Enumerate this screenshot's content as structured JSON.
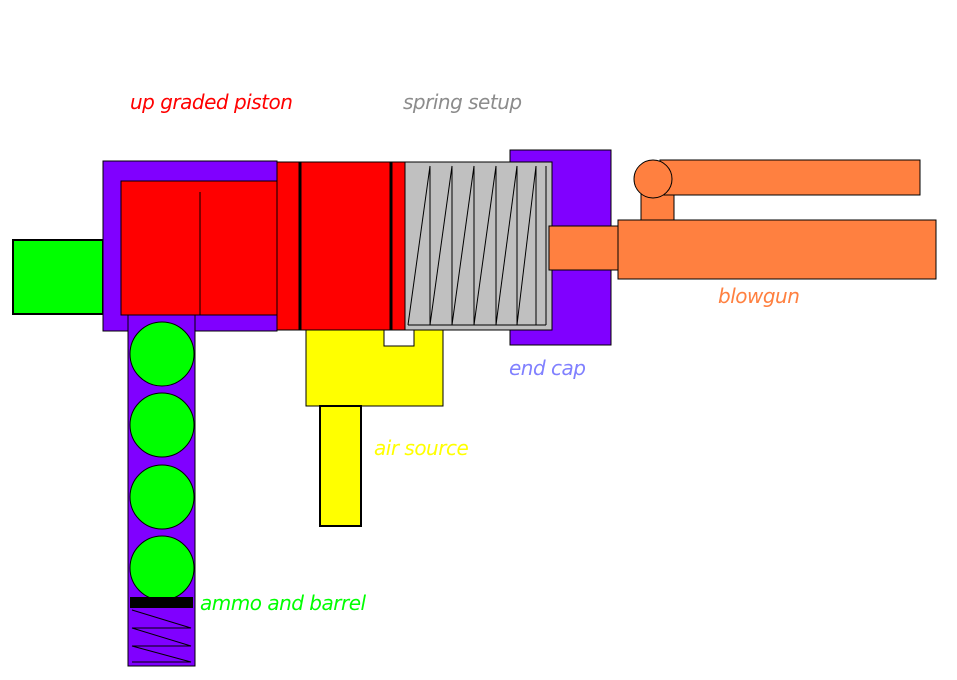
{
  "labels": {
    "piston": "up graded piston",
    "spring": "spring setup",
    "blowgun": "blowgun",
    "end_cap": "end cap",
    "air_source": "air source",
    "ammo": "ammo and barrel"
  },
  "colors": {
    "piston": "#ff0000",
    "spring": "#c0c0c0",
    "spring_label": "#8c8c8c",
    "housing": "#8000ff",
    "blowgun": "#ff8040",
    "end_cap_label": "#8080ff",
    "air_source": "#ffff00",
    "ammo": "#00ff00"
  }
}
